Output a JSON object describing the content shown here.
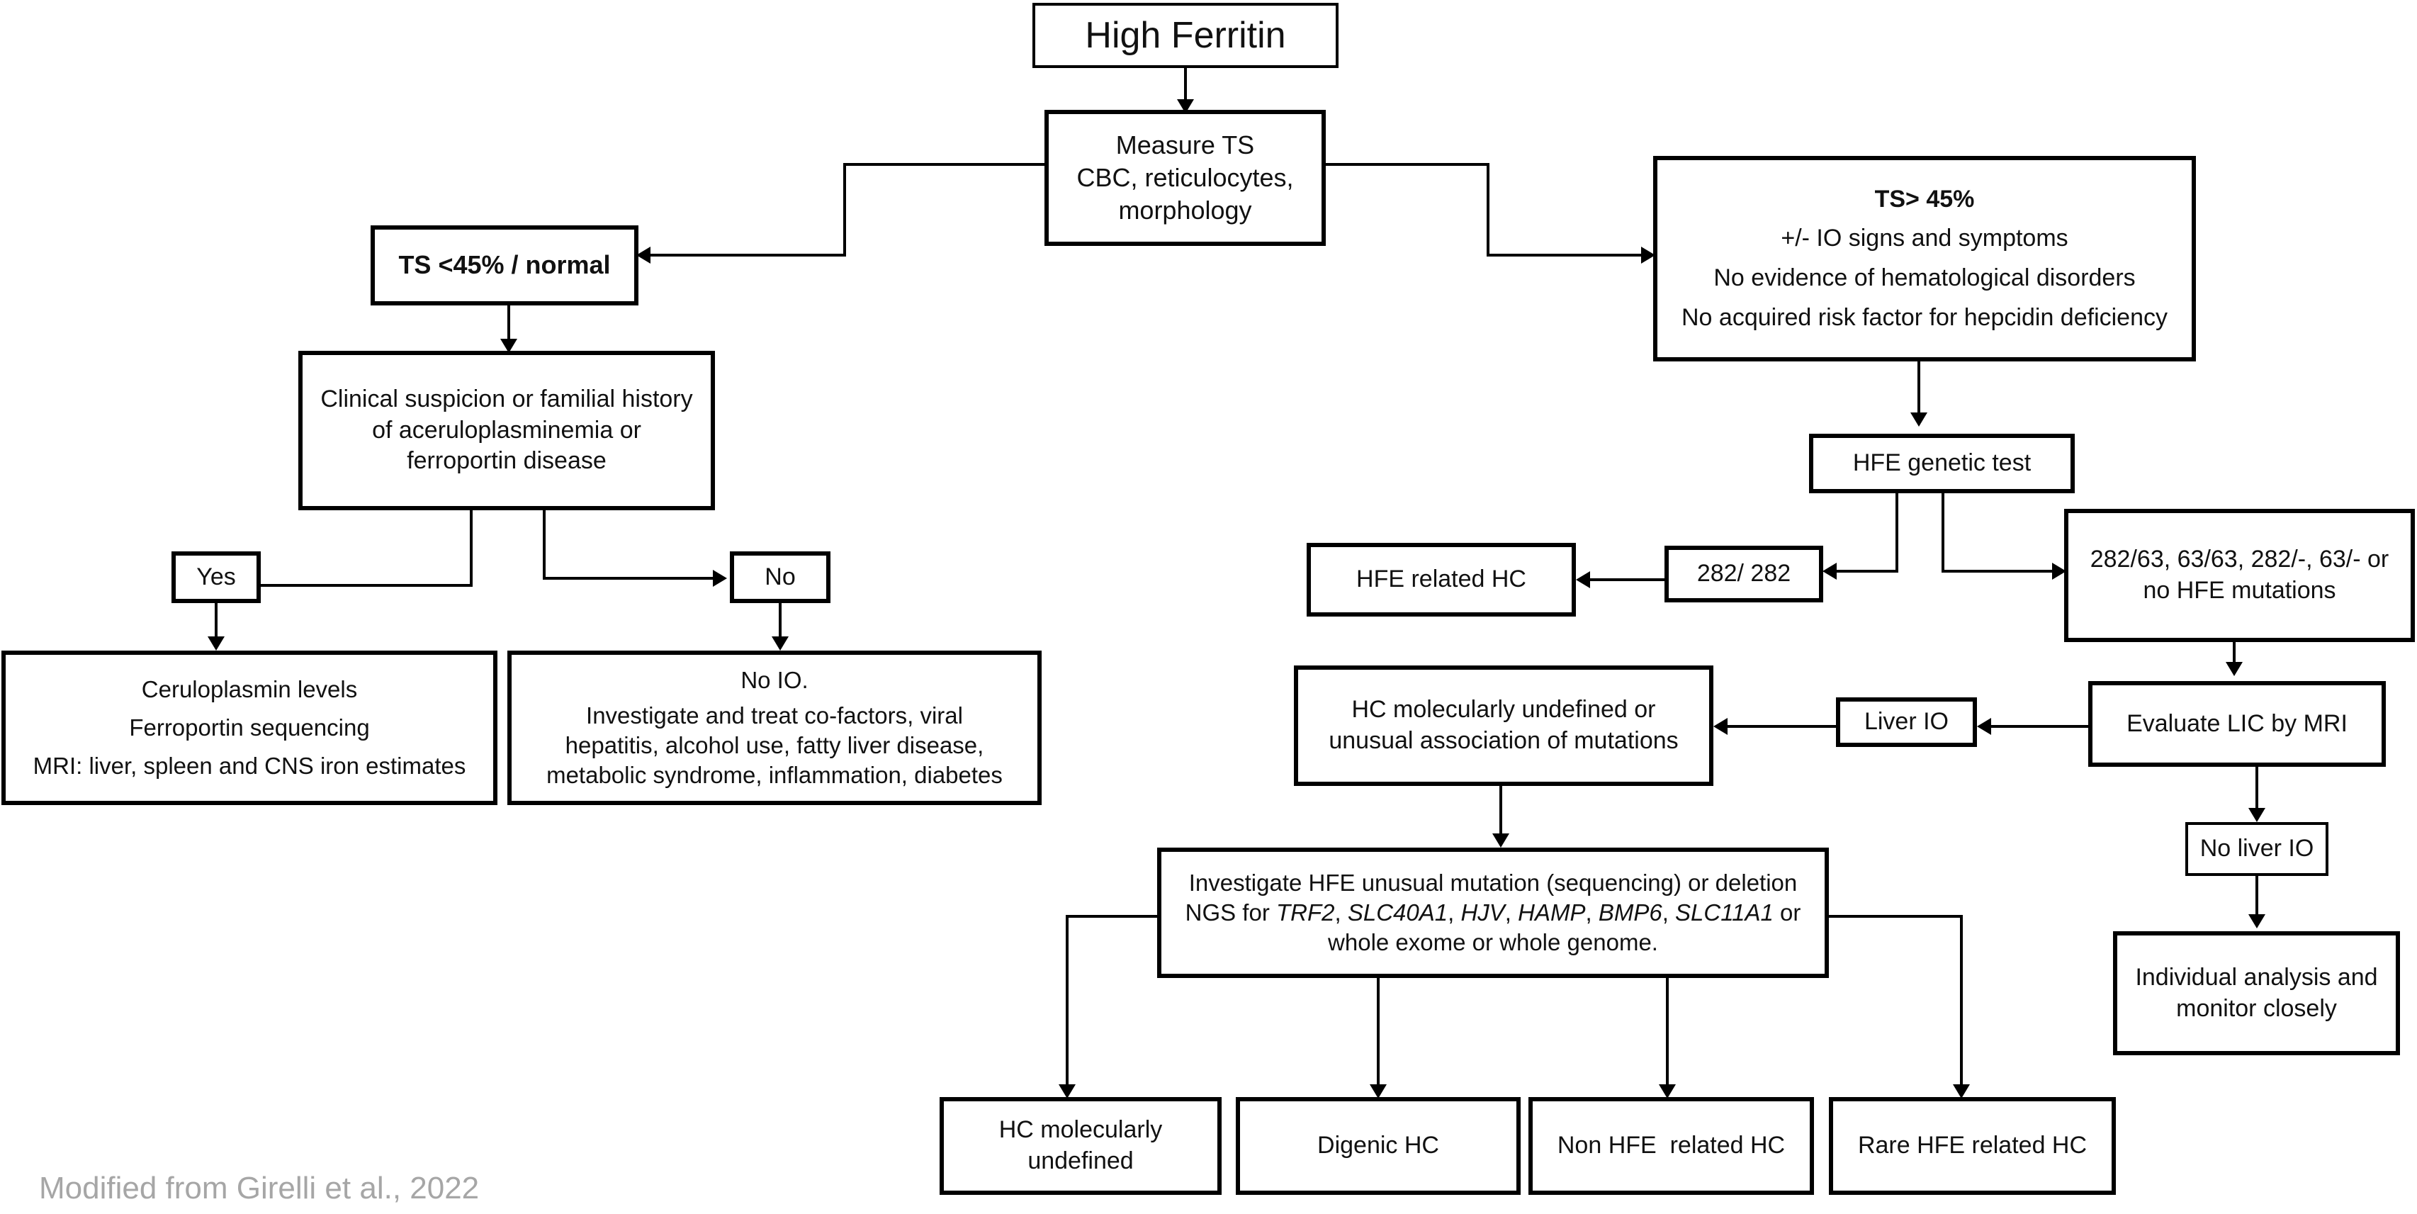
{
  "flowchart": {
    "high_ferritin": "High Ferritin",
    "measure_ts": [
      "Measure TS",
      "CBC, reticulocytes,",
      "morphology"
    ],
    "ts_low": "TS <45% / normal",
    "ts_high": {
      "title": "TS> 45%",
      "lines": [
        "+/- IO signs and symptoms",
        "No evidence of hematological disorders",
        "No acquired risk factor for hepcidin deficiency"
      ]
    },
    "clinical_suspicion": [
      "Clinical suspicion or familial history",
      "of aceruloplasminemia or",
      "ferroportin disease"
    ],
    "yes_label": "Yes",
    "no_label": "No",
    "yes_outcome": [
      "Ceruloplasmin levels",
      "Ferroportin sequencing",
      "MRI: liver, spleen and CNS iron estimates"
    ],
    "no_outcome": {
      "title": "No IO.",
      "lines": [
        "Investigate and treat co-factors, viral",
        "hepatitis, alcohol use, fatty liver disease,",
        "metabolic syndrome, inflammation, diabetes"
      ]
    },
    "hfe_test": "HFE genetic test",
    "genotype_282": "282/ 282",
    "hfe_related_hc": "HFE related HC",
    "other_genotypes": [
      "282/63, 63/63, 282/-, 63/- or",
      "no HFE mutations"
    ],
    "evaluate_lic": "Evaluate LIC by MRI",
    "liver_io": "Liver IO",
    "no_liver_io": "No liver IO",
    "individual_analysis": [
      "Individual analysis and",
      "monitor closely"
    ],
    "hc_undefined_unusual": [
      "HC molecularly undefined or",
      "unusual association of mutations"
    ],
    "investigate": {
      "line1": "Investigate HFE unusual mutation (sequencing) or deletion",
      "line2_prefix": "NGS for ",
      "genes": [
        "TRF2",
        "SLC40A1",
        "HJV",
        "HAMP",
        "BMP6",
        "SLC11A1"
      ],
      "sep": ", ",
      "line2_suffix": " or",
      "line3": "whole exome or whole genome."
    },
    "outcomes": {
      "hc_undefined": [
        "HC molecularly",
        "undefined"
      ],
      "digenic": "Digenic HC",
      "non_hfe": "Non HFE  related HC",
      "rare_hfe": "Rare HFE related HC"
    }
  },
  "caption": "Modified from Girelli et al., 2022"
}
